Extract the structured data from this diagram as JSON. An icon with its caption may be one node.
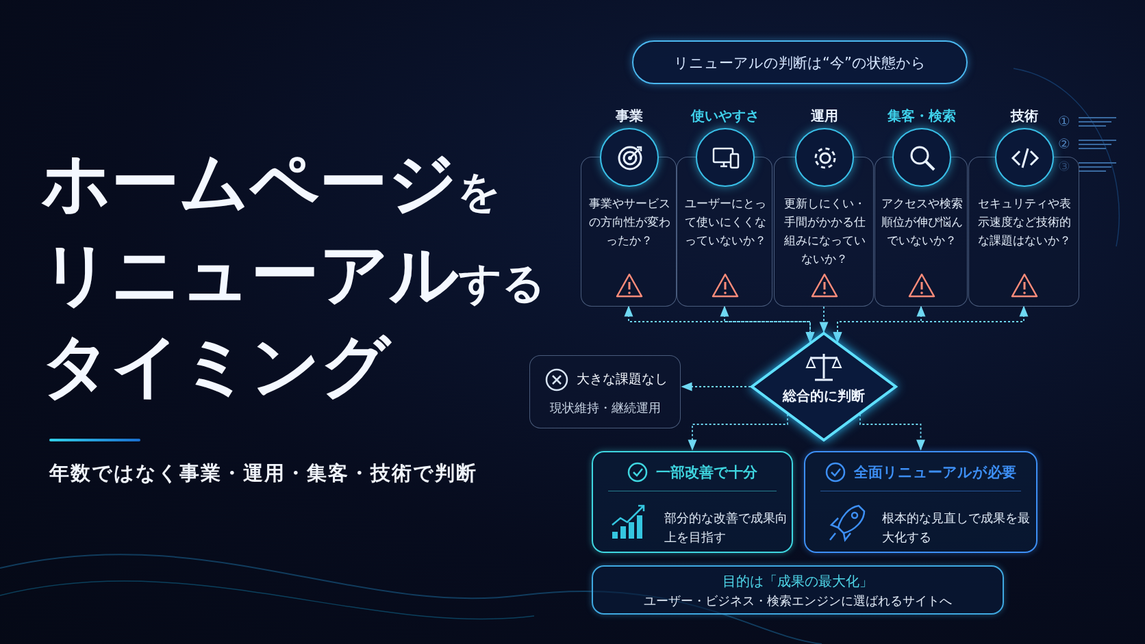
{
  "diagram": {
    "title": "ホームページをリニューアルするタイミング",
    "nodes": [
      {
        "text": [
          "リニューアルの判断は“今”の状態から"
        ]
      },
      {
        "text": [
          "事業",
          "事業やサービスの方向性が変わったか？"
        ]
      },
      {
        "text": [
          "使いやすさ",
          "ユーザーにとって使いにくくなっていないか？"
        ]
      },
      {
        "text": [
          "運用",
          "更新しにくい・手間がかかる仕組みになっていないか？"
        ]
      },
      {
        "text": [
          "集客・検索",
          "アクセスや検索順位が伸び悩んでいないか？"
        ]
      },
      {
        "text": [
          "技術",
          "セキュリティや表示速度など技術的な課題はないか？"
        ]
      },
      {
        "text": [
          "総合的に判断"
        ]
      },
      {
        "text": [
          "大きな課題なし",
          "現状維持・継続運用"
        ]
      },
      {
        "text": [
          "一部改善で十分",
          "部分的な改善で成果向上を目指す"
        ]
      },
      {
        "text": [
          "全面リニューアルが必要",
          "根本的な見直しで成果を最大化する"
        ]
      },
      {
        "text": [
          "目的は「成果の最大化」",
          "ユーザー・ビジネス・検索エンジンに選ばれるサイトへ"
        ]
      }
    ],
    "edges": [
      {
        "from": 1,
        "to": 6,
        "arrow": "both",
        "style": "dashed"
      },
      {
        "from": 2,
        "to": 6,
        "arrow": "both",
        "style": "dashed"
      },
      {
        "from": 3,
        "to": 6,
        "arrow": "to",
        "style": "dashed"
      },
      {
        "from": 4,
        "to": 6,
        "arrow": "both",
        "style": "dashed"
      },
      {
        "from": 5,
        "to": 6,
        "arrow": "both",
        "style": "dashed"
      },
      {
        "from": 6,
        "to": 7,
        "arrow": "to",
        "style": "dashed"
      },
      {
        "from": 6,
        "to": 8,
        "arrow": "to",
        "style": "dashed"
      },
      {
        "from": 6,
        "to": 9,
        "arrow": "to",
        "style": "dashed"
      }
    ],
    "labels": [
      "年数ではなく事業・運用・集客・技術で判断",
      "①",
      "②",
      "③"
    ]
  }
}
